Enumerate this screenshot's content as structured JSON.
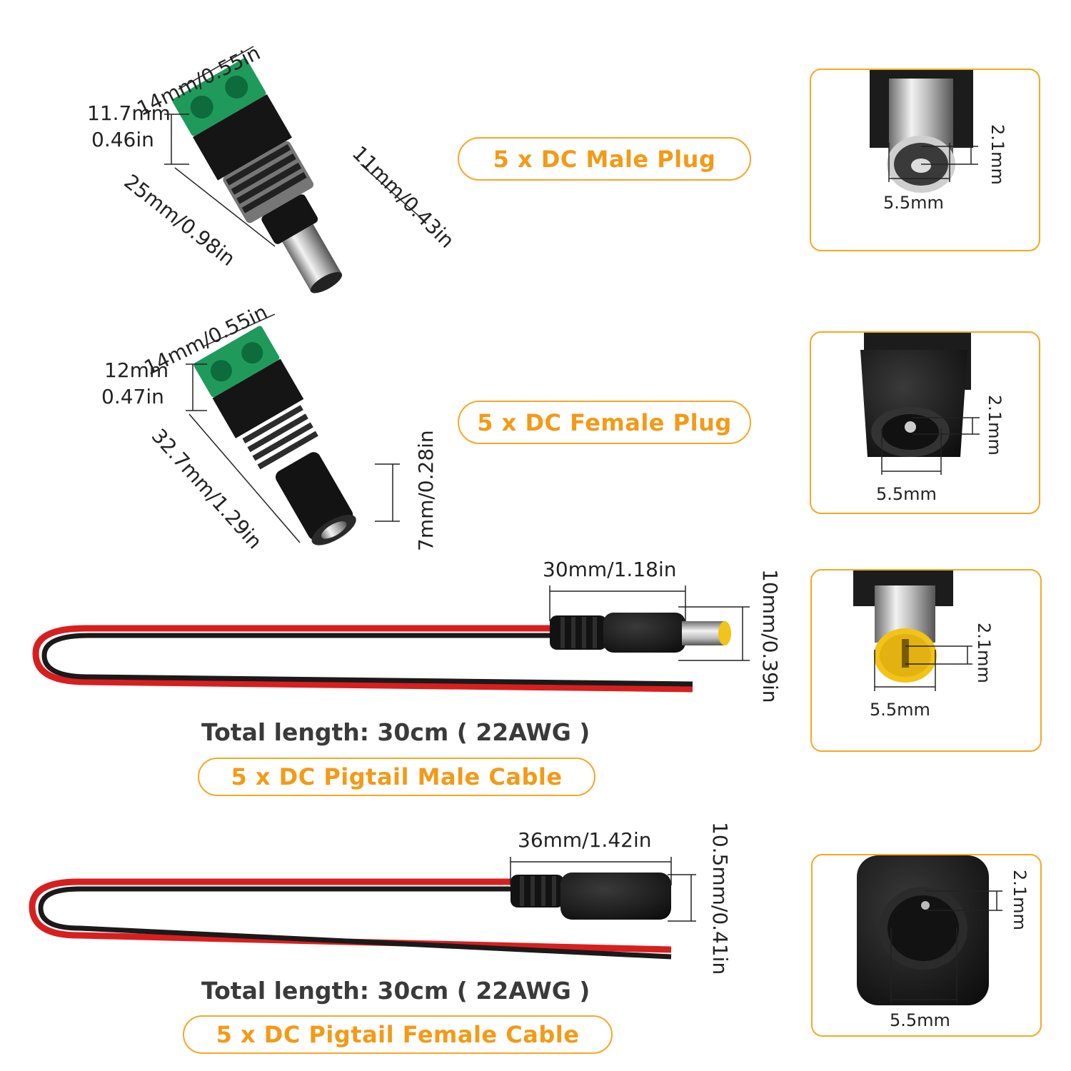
{
  "male_plug": {
    "label": "5 x DC Male Plug",
    "dim_width": "14mm/0.55in",
    "dim_height_mm": "11.7mm",
    "dim_height_in": "0.46in",
    "dim_length": "25mm/0.98in",
    "dim_barrel": "11mm/0.43in",
    "inner": "2.1mm",
    "outer": "5.5mm"
  },
  "female_plug": {
    "label": "5 x DC Female Plug",
    "dim_width": "14mm/0.55in",
    "dim_height_mm": "12mm",
    "dim_height_in": "0.47in",
    "dim_length": "32.7mm/1.29in",
    "dim_barrel": "7mm/0.28in",
    "inner": "2.1mm",
    "outer": "5.5mm"
  },
  "male_cable": {
    "label": "5 x DC Pigtail Male Cable",
    "total": "Total length: 30cm ( 22AWG )",
    "dim_length": "30mm/1.18in",
    "dim_diameter": "10mm/0.39in",
    "inner": "2.1mm",
    "outer": "5.5mm"
  },
  "female_cable": {
    "label": "5 x DC Pigtail Female Cable",
    "total": "Total length: 30cm ( 22AWG )",
    "dim_length": "36mm/1.42in",
    "dim_diameter": "10.5mm/0.41in",
    "inner": "2.1mm",
    "outer": "5.5mm"
  },
  "colors": {
    "accent": "#f6a723",
    "terminal_green": "#1f9a5a",
    "wire_red": "#d81f1f",
    "wire_black": "#1a1a1a",
    "tip_yellow": "#f2c318"
  }
}
